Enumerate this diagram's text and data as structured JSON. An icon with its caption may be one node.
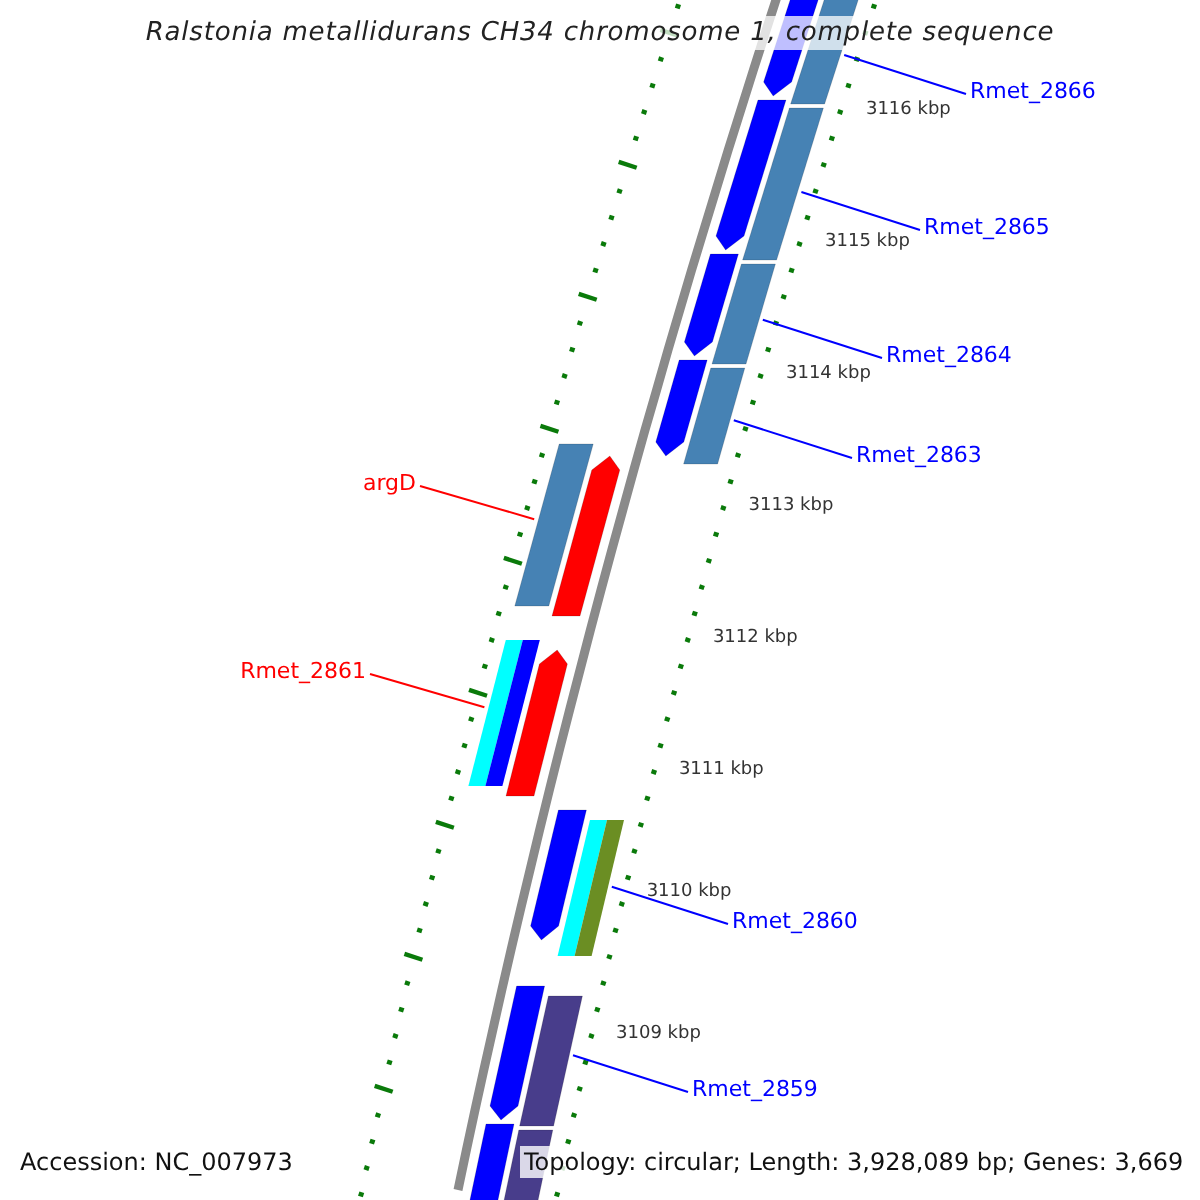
{
  "diagram": {
    "title": "Ralstonia metallidurans CH34 chromosome 1, complete sequence",
    "nodes": [
      {
        "text": [
          "Rmet_2866"
        ]
      },
      {
        "text": [],
        "shape": "bar"
      },
      {
        "text": [],
        "shape": "bar"
      },
      {
        "text": [],
        "shape": "bar"
      },
      {
        "text": [],
        "shape": "bar"
      },
      {
        "text": [
          "Rmet_2865"
        ]
      },
      {
        "text": [],
        "shape": "bar"
      },
      {
        "text": [],
        "shape": "bar"
      },
      {
        "text": [
          "Rmet_2864"
        ]
      },
      {
        "text": [],
        "shape": "bar"
      },
      {
        "text": [],
        "shape": "bar"
      },
      {
        "text": [
          "Rmet_2863"
        ]
      },
      {
        "text": [],
        "shape": "bar"
      },
      {
        "text": [],
        "shape": "bar"
      },
      {
        "text": [
          "argD"
        ]
      },
      {
        "text": [],
        "shape": "bar"
      },
      {
        "text": [],
        "shape": "bar"
      },
      {
        "text": [
          "Rmet_2861"
        ]
      },
      {
        "text": [],
        "shape": "bar"
      },
      {
        "text": [],
        "shape": "bar"
      },
      {
        "text": [
          "Rmet_2860"
        ]
      },
      {
        "text": [],
        "shape": "bar"
      },
      {
        "text": [],
        "shape": "bar"
      },
      {
        "text": [
          "Rmet_2859"
        ]
      },
      {
        "text": [],
        "shape": "bar"
      },
      {
        "text": [],
        "shape": "bar"
      }
    ],
    "edges": [
      {
        "from": 0,
        "to": 2,
        "arrow": "none"
      },
      {
        "from": 5,
        "to": 4,
        "arrow": "none"
      },
      {
        "from": 8,
        "to": 7,
        "arrow": "none"
      },
      {
        "from": 11,
        "to": 10,
        "arrow": "none"
      },
      {
        "from": 14,
        "to": 12,
        "arrow": "none",
        "color": "#ff0000"
      },
      {
        "from": 17,
        "to": 15,
        "arrow": "none",
        "color": "#ff0000"
      },
      {
        "from": 20,
        "to": 19,
        "arrow": "none"
      },
      {
        "from": 23,
        "to": 22,
        "arrow": "none"
      }
    ],
    "labels": [
      "3116 kbp",
      "3115 kbp",
      "3114 kbp",
      "3113 kbp",
      "3112 kbp",
      "3111 kbp",
      "3110 kbp",
      "3109 kbp",
      "Accession: NC_007973",
      "Topology: circular; Length: 3,928,089 bp; Genes: 3,669"
    ]
  }
}
